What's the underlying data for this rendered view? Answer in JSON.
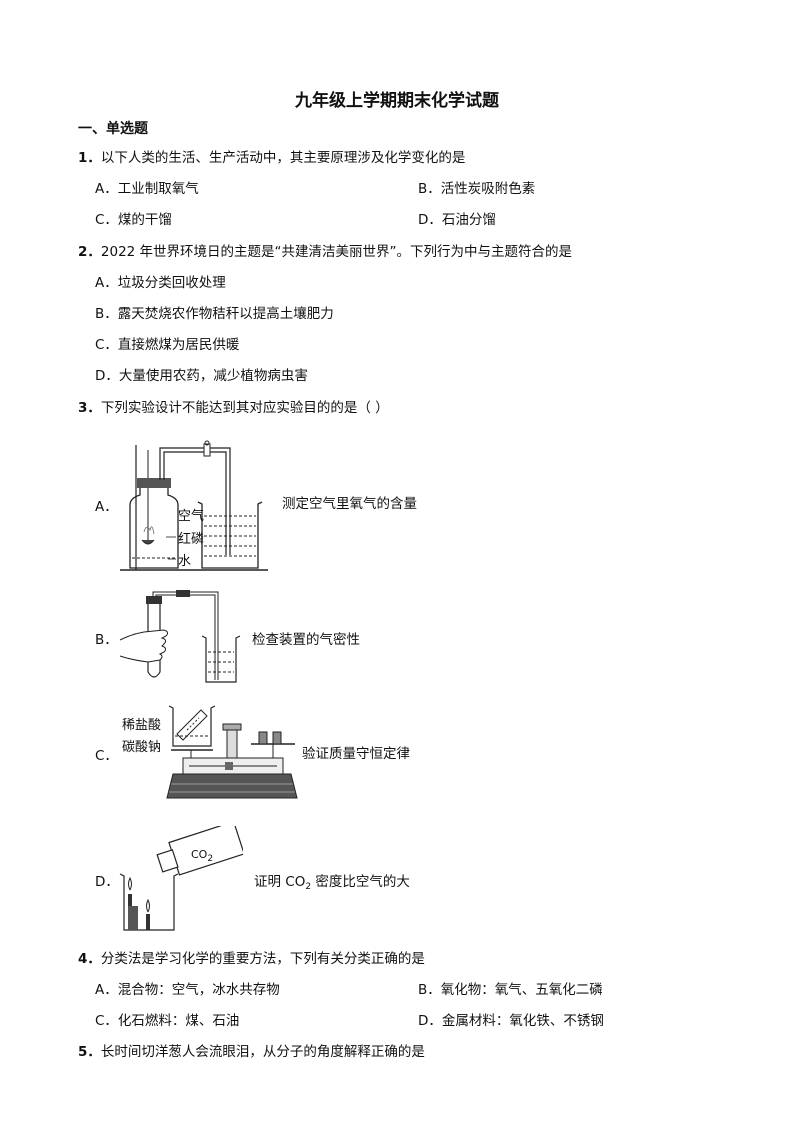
{
  "title": "九年级上学期期末化学试题",
  "section": "一、单选题",
  "q1": {
    "num": "1．",
    "stem": "以下人类的生活、生产活动中，其主要原理涉及化学变化的是",
    "options": [
      "A．工业制取氧气",
      "B．活性炭吸附色素",
      "C．煤的干馏",
      "D．石油分馏"
    ]
  },
  "q2": {
    "num": "2．",
    "stem": "2022 年世界环境日的主题是“共建清洁美丽世界”。下列行为中与主题符合的是",
    "options": [
      "A．垃圾分类回收处理",
      "B．露天焚烧农作物秸秆以提高土壤肥力",
      "C．直接燃煤为居民供暖",
      "D．大量使用农药，减少植物病虫害"
    ]
  },
  "q3": {
    "num": "3．",
    "stem": "下列实验设计不能达到其对应实验目的的是（      ）",
    "options": [
      {
        "letter": "A．",
        "caption": "测定空气里氧气的含量",
        "labels": [
          "空气",
          "红磷",
          "水"
        ]
      },
      {
        "letter": "B．",
        "caption": "检查装置的气密性"
      },
      {
        "letter": "C．",
        "caption": "验证质量守恒定律",
        "labels": [
          "稀盐酸",
          "碳酸钠"
        ]
      },
      {
        "letter": "D．",
        "caption_pre": "证明 CO",
        "caption_sub": "2",
        "caption_post": " 密度比空气的大",
        "bottle_label_main": "CO",
        "bottle_label_sub": "2"
      }
    ]
  },
  "q4": {
    "num": "4．",
    "stem": "分类法是学习化学的重要方法，下列有关分类正确的是",
    "options": [
      "A．混合物：空气，冰水共存物",
      "B．氧化物：氧气、五氧化二磷",
      "C．化石燃料：煤、石油",
      "D．金属材料：氧化铁、不锈钢"
    ]
  },
  "q5": {
    "num": "5．",
    "stem": "长时间切洋葱人会流眼泪，从分子的角度解释正确的是"
  }
}
